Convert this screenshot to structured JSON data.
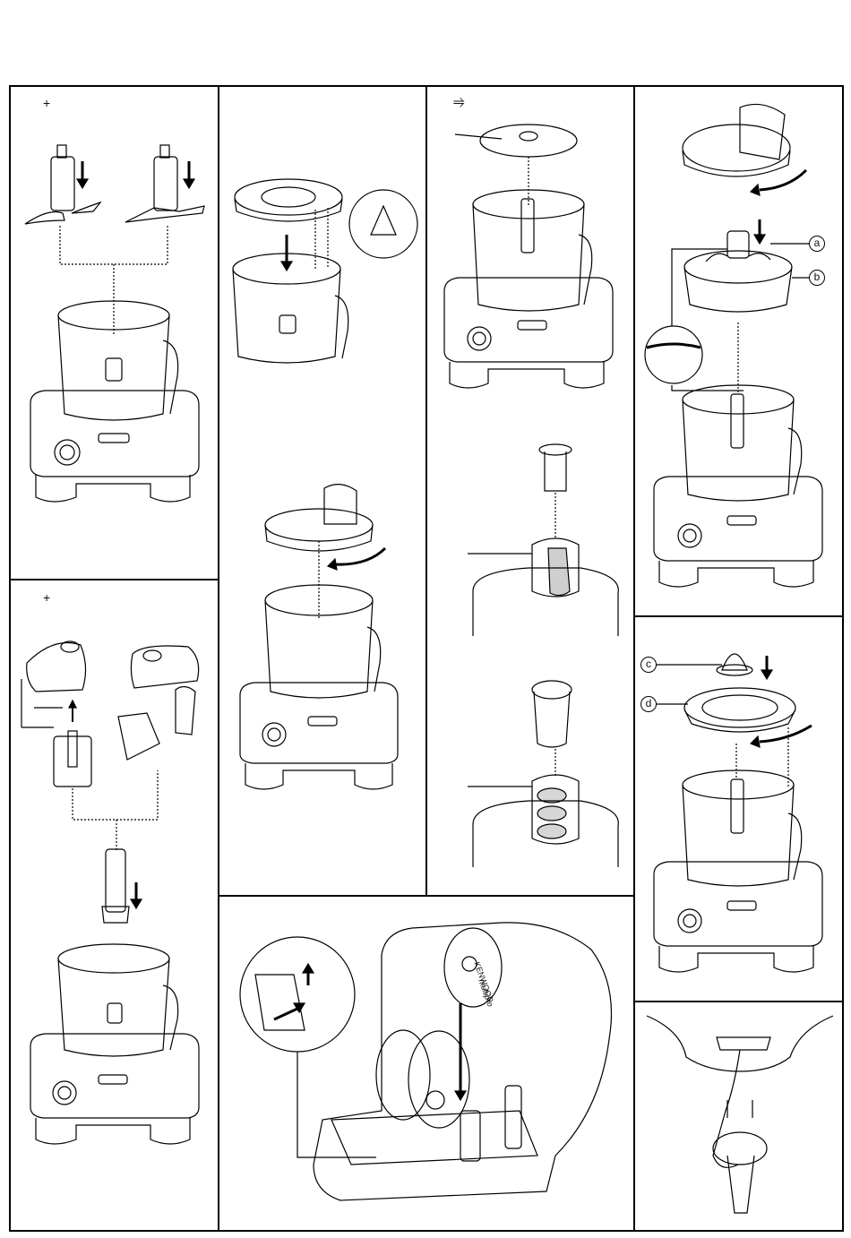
{
  "panels": {
    "p1_symbol": "+",
    "p5_symbol": "+",
    "p3_symbol": "⥤",
    "callouts": [
      "a",
      "b",
      "c",
      "d"
    ],
    "brand_marks": [
      "KENWOOD",
      "multipro"
    ]
  }
}
